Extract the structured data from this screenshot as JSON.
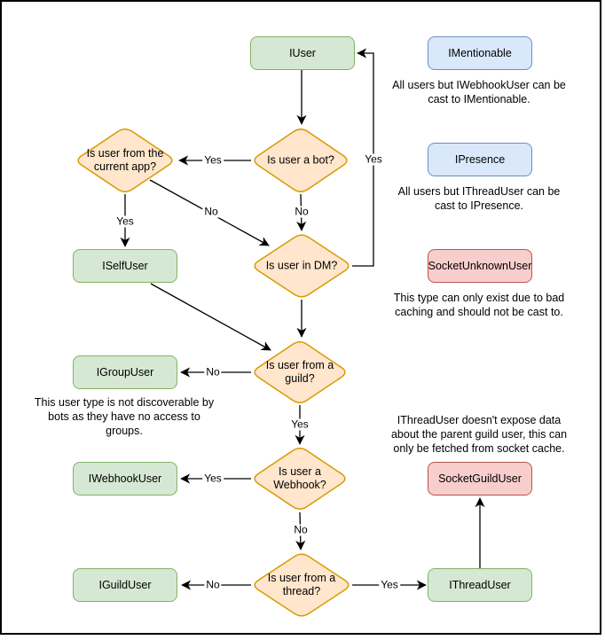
{
  "nodes": {
    "iuser": "IUser",
    "imentionable": "IMentionable",
    "ipresence": "IPresence",
    "socket_unknown_user": "SocketUnknownUser",
    "iself_user": "ISelfUser",
    "igroup_user": "IGroupUser",
    "iwebhook_user": "IWebhookUser",
    "socket_guild_user": "SocketGuildUser",
    "iguild_user": "IGuildUser",
    "ithread_user": "IThreadUser"
  },
  "decisions": {
    "is_bot": "Is user a bot?",
    "from_current_app": "Is user from the\ncurrent app?",
    "in_dm": "Is user in DM?",
    "from_guild": "Is user from a\nguild?",
    "is_webhook": "Is user a\nWebhook?",
    "from_thread": "Is user from a\nthread?"
  },
  "notes": {
    "imentionable": "All users but IWebhookUser can be\ncast to IMentionable.",
    "ipresence": "All users but IThreadUser can be\ncast to IPresence.",
    "socket_unknown_user": "This type can only exist due to bad\ncaching and should not be cast to.",
    "igroup_user": "This user type is not discoverable by\nbots as they have no access to\ngroups.",
    "ithread_user": "IThreadUser doesn't expose data\nabout the parent guild user, this can\nonly be fetched from socket cache."
  },
  "edge_labels": {
    "bot_to_current_app": "Yes",
    "bot_to_dm": "No",
    "dm_to_iuser": "Yes",
    "current_app_to_self": "Yes",
    "current_app_to_dm": "No",
    "guild_to_group": "No",
    "guild_to_webhook": "Yes",
    "webhook_to_iwebhook": "Yes",
    "webhook_to_thread": "No",
    "thread_to_iguild": "No",
    "thread_to_ithread": "Yes"
  },
  "colors": {
    "interface_fill": "#d5e8d4",
    "interface_border": "#82b366",
    "castable_fill": "#dae8fc",
    "castable_border": "#6c8ebf",
    "socket_fill": "#f8cecc",
    "socket_border": "#b85450",
    "decision_fill": "#ffe6cc",
    "decision_border": "#d79b00",
    "edge_stroke": "#000000"
  }
}
